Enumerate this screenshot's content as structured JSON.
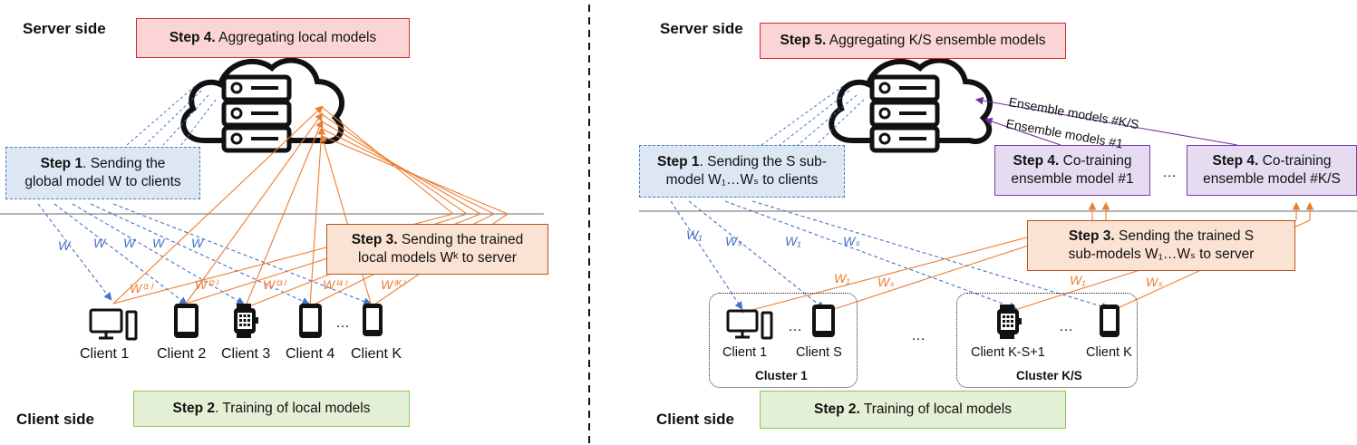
{
  "left": {
    "server_side_label": "Server side",
    "client_side_label": "Client side",
    "step4": {
      "bold": "Step 4.",
      "text": " Aggregating local models"
    },
    "step1": {
      "bold": "Step 1",
      "line1": ". Sending the",
      "line2": "global model W to clients"
    },
    "step3": {
      "bold": "Step 3.",
      "line1": " Sending the trained",
      "line2": "local models Wᵏ to server"
    },
    "step2": {
      "bold": "Step 2",
      "text": ". Training of local models"
    },
    "clients": [
      "Client 1",
      "Client 2",
      "Client 3",
      "Client 4",
      "Client K"
    ],
    "ellipsis": "…",
    "w_labels": [
      "W",
      "W",
      "W",
      "W",
      "W"
    ],
    "wk_labels": [
      "W⁽¹⁾",
      "W⁽²⁾",
      "W⁽³⁾",
      "W⁽⁴⁾",
      "W⁽ᴷ⁾"
    ]
  },
  "right": {
    "server_side_label": "Server side",
    "client_side_label": "Client side",
    "step5": {
      "bold": "Step 5.",
      "text": " Aggregating K/S ensemble models"
    },
    "step1": {
      "bold": "Step 1",
      "line1": ". Sending the S sub-",
      "line2": "model W₁…Wₛ to clients"
    },
    "step4a": {
      "bold": "Step 4.",
      "line1": " Co-training",
      "line2": "ensemble model #1"
    },
    "step4b": {
      "bold": "Step 4.",
      "line1": " Co-training",
      "line2": "ensemble model #K/S"
    },
    "step3": {
      "bold": "Step 3.",
      "line1": " Sending the trained S",
      "line2": "sub-models W₁…Wₛ to server"
    },
    "step2": {
      "bold": "Step 2.",
      "text": " Training of local models"
    },
    "ensemble_labels": [
      "Ensemble models #K/S",
      "Ensemble models #1"
    ],
    "clients": [
      "Client 1",
      "Client S",
      "Client K-S+1",
      "Client K"
    ],
    "clusters": [
      "Cluster 1",
      "Cluster K/S"
    ],
    "ellipsis": "…",
    "w_blue": [
      "W₁",
      "Wₛ",
      "W₁",
      "Wₛ"
    ],
    "w_orange": [
      "W₁",
      "Wₛ",
      "W₁",
      "Wₛ"
    ]
  },
  "colors": {
    "blue": "#4472c4",
    "orange": "#ed7d31",
    "purple": "#7030a0",
    "red_box": "#fbd5d5",
    "green_box": "#e3f0d6"
  }
}
